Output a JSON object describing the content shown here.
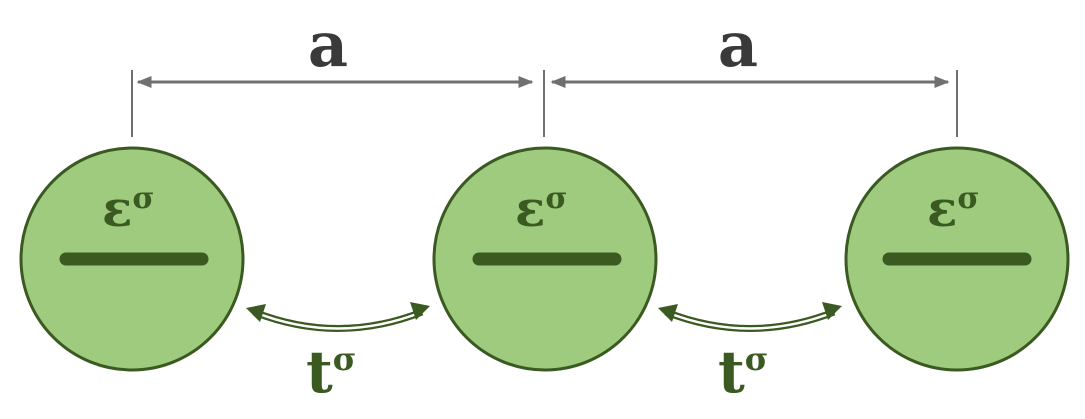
{
  "colors": {
    "site_fill": "#9fcb7f",
    "site_stroke": "#3a5a22",
    "level": "#3a5a22",
    "label": "#3a5a22",
    "dimension": "#707070",
    "dimension_label": "#3a3a3a"
  },
  "spacing_label": "a",
  "sites": [
    {
      "energy": "ε",
      "energy_sup": "σ"
    },
    {
      "energy": "ε",
      "energy_sup": "σ"
    },
    {
      "energy": "ε",
      "energy_sup": "σ"
    }
  ],
  "hoppings": [
    {
      "label": "t",
      "label_sup": "σ"
    },
    {
      "label": "t",
      "label_sup": "σ"
    }
  ]
}
